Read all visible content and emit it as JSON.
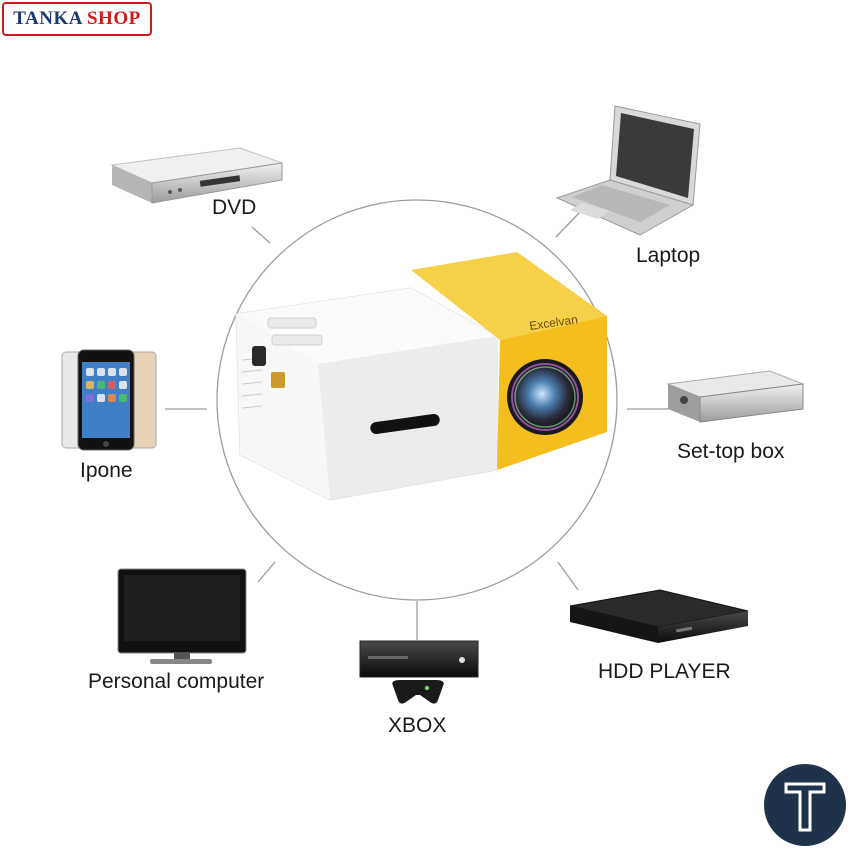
{
  "brand": {
    "name_part1": "TANKA",
    "name_part2": "SHOP"
  },
  "center": {
    "product": "mini projector",
    "lens_brand": "Excelvan"
  },
  "devices": {
    "dvd": "DVD",
    "laptop": "Laptop",
    "iphone": "Ipone",
    "settop": "Set-top box",
    "pc": "Personal computer",
    "xbox": "XBOX",
    "hdd": "HDD PLAYER"
  },
  "colors": {
    "accent_yellow": "#f6c52a",
    "brand_red": "#d11a1a",
    "brand_blue": "#1c3a6e",
    "badge": "#1f3249"
  },
  "icons": [
    "letter-t-badge-icon"
  ]
}
